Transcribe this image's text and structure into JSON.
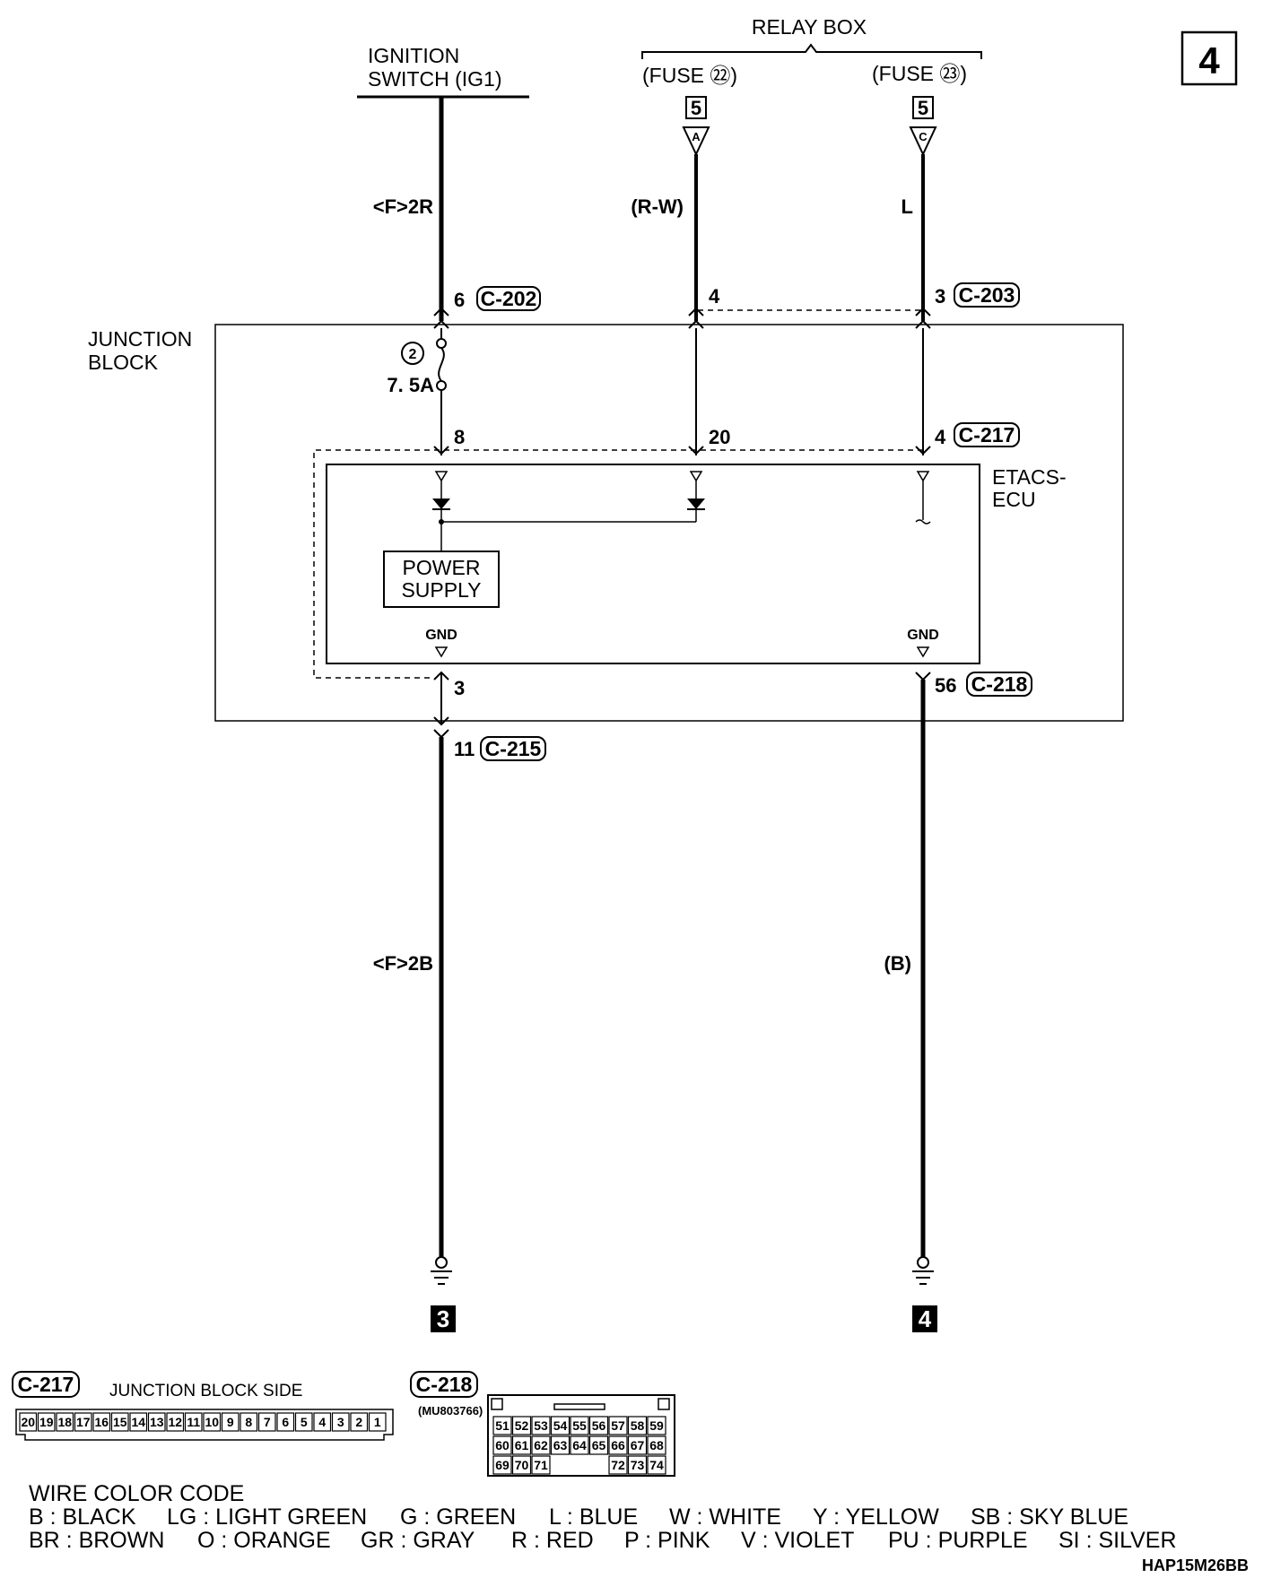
{
  "page_number": "4",
  "ignition_switch": {
    "line1": "IGNITION",
    "line2": "SWITCH (IG1)",
    "wire": "<F>2R"
  },
  "relay_box": {
    "title": "RELAY BOX",
    "fuse22": {
      "label": "(FUSE ㉒)",
      "connector_no": "5",
      "terminal": "A",
      "wire": "(R-W)"
    },
    "fuse23": {
      "label": "(FUSE ㉓)",
      "connector_no": "5",
      "terminal": "C",
      "wire": "L"
    }
  },
  "junction_block": {
    "line1": "JUNCTION",
    "line2": "BLOCK",
    "fuse_no": "2",
    "fuse_rating": "7. 5A",
    "pin_c202": "6",
    "conn_c202": "C-202",
    "pin_c203_4": "4",
    "pin_c203_3": "3",
    "conn_c203": "C-203",
    "pin_8": "8",
    "pin_20": "20",
    "pin_c217_4": "4",
    "conn_c217": "C-217",
    "pin_3": "3",
    "pin_56": "56",
    "conn_c218": "C-218",
    "pin_11": "11",
    "conn_c215": "C-215"
  },
  "etacs": {
    "line1": "ETACS-",
    "line2": "ECU",
    "power_line1": "POWER",
    "power_line2": "SUPPLY",
    "gnd_left": "GND",
    "gnd_right": "GND"
  },
  "ground_wires": {
    "left": "<F>2B",
    "right": "(B)"
  },
  "ground_points": {
    "left": "3",
    "right": "4"
  },
  "connector_c217": {
    "name": "C-217",
    "side": "JUNCTION BLOCK SIDE",
    "pins": [
      "20",
      "19",
      "18",
      "17",
      "16",
      "15",
      "14",
      "13",
      "12",
      "11",
      "10",
      "9",
      "8",
      "7",
      "6",
      "5",
      "4",
      "3",
      "2",
      "1"
    ]
  },
  "connector_c218": {
    "name": "C-218",
    "part": "(MU803766)",
    "row1": [
      "51",
      "52",
      "53",
      "54",
      "55",
      "56",
      "57",
      "58",
      "59"
    ],
    "row2": [
      "60",
      "61",
      "62",
      "63",
      "64",
      "65",
      "66",
      "67",
      "68"
    ],
    "row3": [
      "69",
      "70",
      "71",
      "",
      "",
      "",
      "72",
      "73",
      "74"
    ]
  },
  "wire_color_code": {
    "title": "WIRE COLOR CODE",
    "row1": [
      "B : BLACK",
      "LG : LIGHT GREEN",
      "G : GREEN",
      "L : BLUE",
      "W : WHITE",
      "Y : YELLOW",
      "SB : SKY BLUE"
    ],
    "row2": [
      "BR : BROWN",
      "O : ORANGE",
      "GR : GRAY",
      "R : RED",
      "P : PINK",
      "V : VIOLET",
      "PU : PURPLE",
      "SI : SILVER"
    ]
  },
  "figure_code": "HAP15M26BB"
}
